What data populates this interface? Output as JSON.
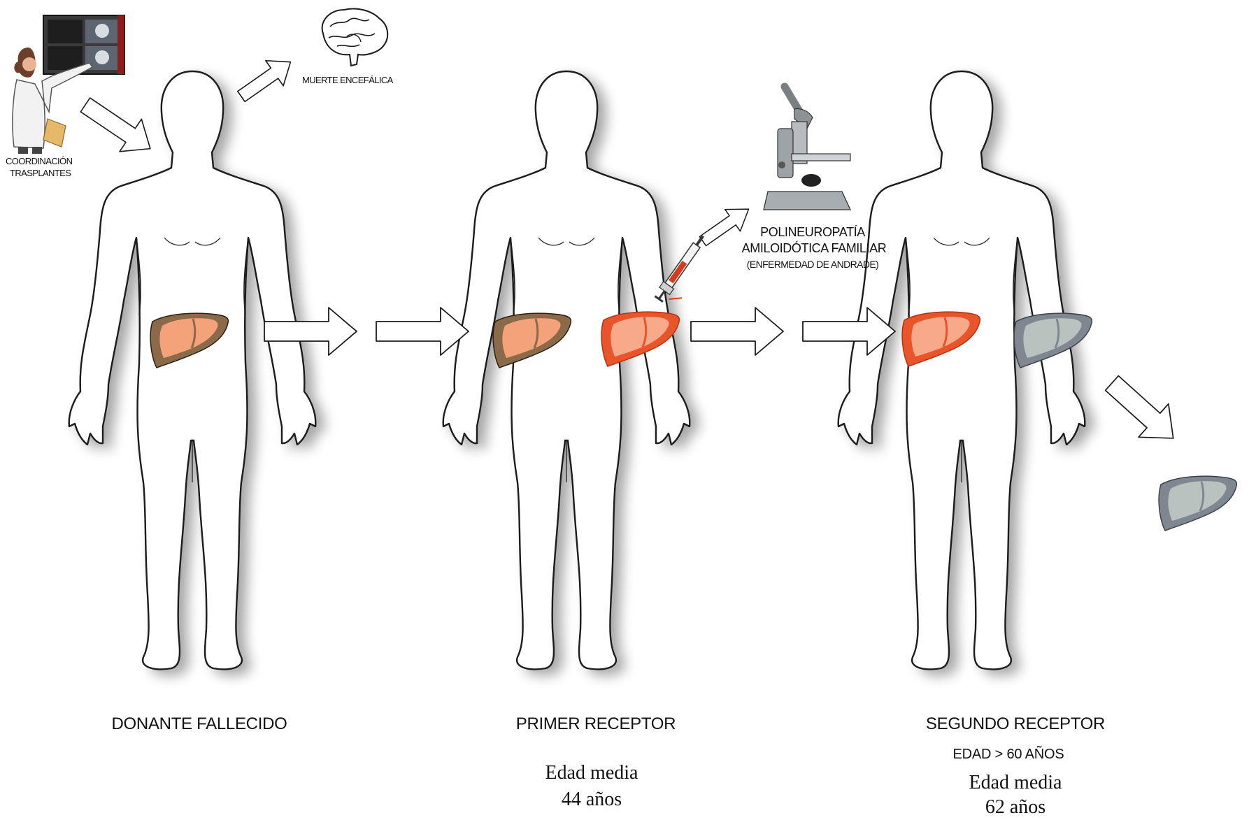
{
  "figure": {
    "icons": [
      "coordinator-icon",
      "xray-viewer-icon",
      "brain-icon",
      "microscope-icon",
      "syringe-icon",
      "liver-icon"
    ],
    "colors": {
      "outline": "#1a1a1a",
      "donor_liver": "#8b6a4a",
      "donor_liver_core": "#f4a27a",
      "healthy_liver": "#e8552a",
      "healthy_liver_core": "#f7a98a",
      "diseased_liver": "#7f8790",
      "diseased_liver_core": "#b9c2be"
    }
  },
  "labels": {
    "coordination_line1": "COORDINACIÓN",
    "coordination_line2": "TRASPLANTES",
    "brain_death": "MUERTE ENCEFÁLICA",
    "disease_line1": "POLINEUROPATÍA",
    "disease_line2": "AMILOIDÓTICA FAMILIAR",
    "disease_line3": "(ENFERMEDAD DE ANDRADE)"
  },
  "figures": {
    "donor": {
      "title": "DONANTE FALLECIDO"
    },
    "first": {
      "title": "PRIMER RECEPTOR",
      "age_label": "Edad media",
      "age_value": "44 años"
    },
    "second": {
      "title": "SEGUNDO RECEPTOR",
      "age_condition": "EDAD >  60 AÑOS",
      "age_label": "Edad media",
      "age_value": "62 años"
    }
  }
}
